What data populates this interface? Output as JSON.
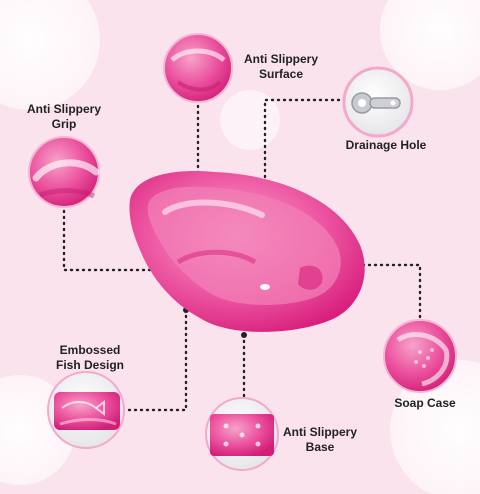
{
  "labels": {
    "anti_slippery_surface": "Anti Slippery\nSurface",
    "anti_slippery_grip": "Anti Slippery\nGrip",
    "drainage_hole": "Drainage Hole",
    "embossed_fish_design": "Embossed\nFish Design",
    "soap_case": "Soap Case",
    "anti_slippery_base": "Anti Slippery\nBase"
  },
  "colors": {
    "background": "#fbe3ee",
    "tub_pink": "#ec3d93",
    "tub_light": "#f58bbf",
    "dotted_line": "#222222"
  }
}
